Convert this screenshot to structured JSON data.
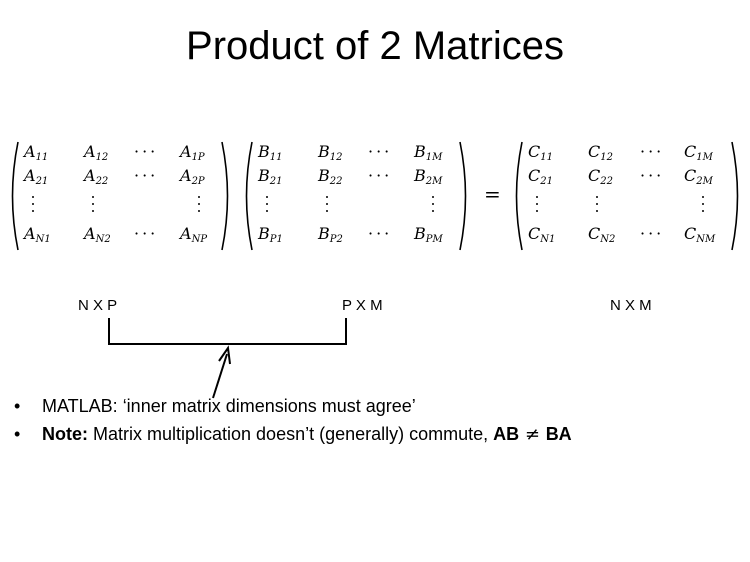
{
  "slide": {
    "title": "Product of 2 Matrices",
    "matrices": {
      "A": {
        "letter": "A",
        "rows": [
          [
            {
              "s": "11"
            },
            {
              "s": "12"
            },
            {
              "dots": "···"
            },
            {
              "s": "1P"
            }
          ],
          [
            {
              "s": "21"
            },
            {
              "s": "22"
            },
            {
              "dots": "···"
            },
            {
              "s": "2P"
            }
          ],
          [
            "vdots",
            "vdots",
            null,
            "vdots"
          ],
          [
            {
              "s": "N1"
            },
            {
              "s": "N2"
            },
            {
              "dots": "···"
            },
            {
              "s": "NP"
            }
          ]
        ]
      },
      "B": {
        "letter": "B",
        "rows": [
          [
            {
              "s": "11"
            },
            {
              "s": "12"
            },
            {
              "dots": "···"
            },
            {
              "s": "1M"
            }
          ],
          [
            {
              "s": "21"
            },
            {
              "s": "22"
            },
            {
              "dots": "···"
            },
            {
              "s": "2M"
            }
          ],
          [
            "vdots",
            "vdots",
            null,
            "vdots"
          ],
          [
            {
              "s": "P1"
            },
            {
              "s": "P2"
            },
            {
              "dots": "···"
            },
            {
              "s": "PM"
            }
          ]
        ]
      },
      "C": {
        "letter": "C",
        "rows": [
          [
            {
              "s": "11"
            },
            {
              "s": "12"
            },
            {
              "dots": "···"
            },
            {
              "s": "1M"
            }
          ],
          [
            {
              "s": "21"
            },
            {
              "s": "22"
            },
            {
              "dots": "···"
            },
            {
              "s": "2M"
            }
          ],
          [
            "vdots",
            "vdots",
            null,
            "vdots"
          ],
          [
            {
              "s": "N1"
            },
            {
              "s": "N2"
            },
            {
              "dots": "···"
            },
            {
              "s": "NM"
            }
          ]
        ]
      },
      "equals": "="
    },
    "dimensions": {
      "a": "N X P",
      "b": "P X M",
      "c": "N X M"
    },
    "bullets": [
      {
        "marker": "•",
        "prefix": "MATLAB: ",
        "quote": "‘inner matrix dimensions must agree’"
      },
      {
        "marker": "•",
        "bold_label": "Note:",
        "text": " Matrix multiplication doesn’t (generally) commute, ",
        "ab": "AB",
        "neq": " ≠ ",
        "ba": "BA"
      }
    ]
  }
}
